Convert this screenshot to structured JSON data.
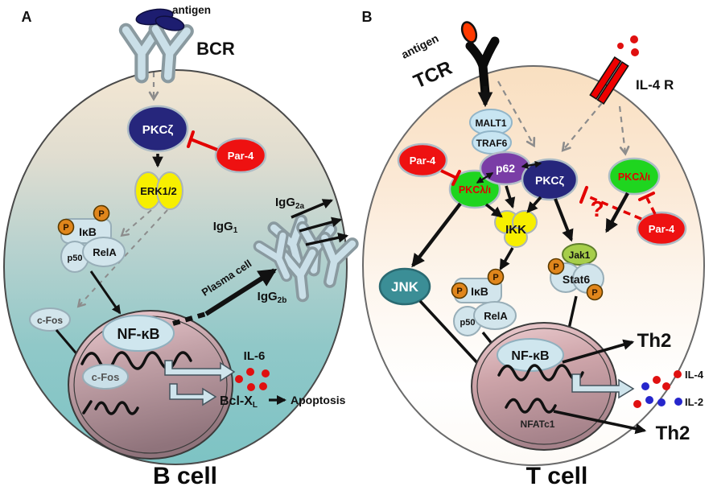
{
  "figure": {
    "description": "Par-4 signaling in B cells and T cells",
    "colors": {
      "pkc_navy": "#26267c",
      "par4_red": "#ee1111",
      "pkcli_green": "#1fd51f",
      "p62_purple": "#7a3da6",
      "kinase_yellow": "#f7ef00",
      "jnk_teal": "#3b8e96",
      "jak1_green": "#a6ce4a",
      "phospho_orange": "#e0861c",
      "complex_pale_blue": "#d2e5ec",
      "il4_dot_red": "#e01010",
      "il2_dot_blue": "#2626cc"
    }
  },
  "panel_a": {
    "label": "A",
    "antigen": "antigen",
    "receptor": "BCR",
    "pkcz": "PKCζ",
    "par4": "Par-4",
    "erk": "ERK1/2",
    "p": "P",
    "ikb": "IκB",
    "p50": "p50",
    "rela": "RelA",
    "cfos_cyto": "c-Fos",
    "nfkb": "NF-κB",
    "cfos_nuc": "c-Fos",
    "plasma_cell": "Plasma cell",
    "igg1": {
      "base": "IgG",
      "sub": "1"
    },
    "igg2a": {
      "base": "IgG",
      "sub": "2a"
    },
    "igg2b": {
      "base": "IgG",
      "sub": "2b"
    },
    "il6": "IL-6",
    "bclxl": {
      "base": "Bcl-X",
      "sub": "L"
    },
    "apoptosis": "Apoptosis",
    "cell_label": "B cell"
  },
  "panel_b": {
    "label": "B",
    "antigen": "antigen",
    "receptor": "TCR",
    "il4r": "IL-4 R",
    "malt1": "MALT1",
    "traf6": "TRAF6",
    "p62": "p62",
    "pkcz": "PKCζ",
    "pkcli_left": "PKCλ/ι",
    "pkcli_right": "PKCλ/ι",
    "par4_left": "Par-4",
    "par4_right": "Par-4",
    "question_mark": "?",
    "ikk": "IKK",
    "jnk": "JNK",
    "jak1": "Jak1",
    "stat6": "Stat6",
    "p": "P",
    "ikb": "IκB",
    "p50": "p50",
    "rela": "RelA",
    "nfkb": "NF-κB",
    "nfatc1": "NFATc1",
    "th2_upper": "Th2",
    "th2_lower": "Th2",
    "il4": "IL-4",
    "il2": "IL-2",
    "cell_label": "T cell"
  }
}
